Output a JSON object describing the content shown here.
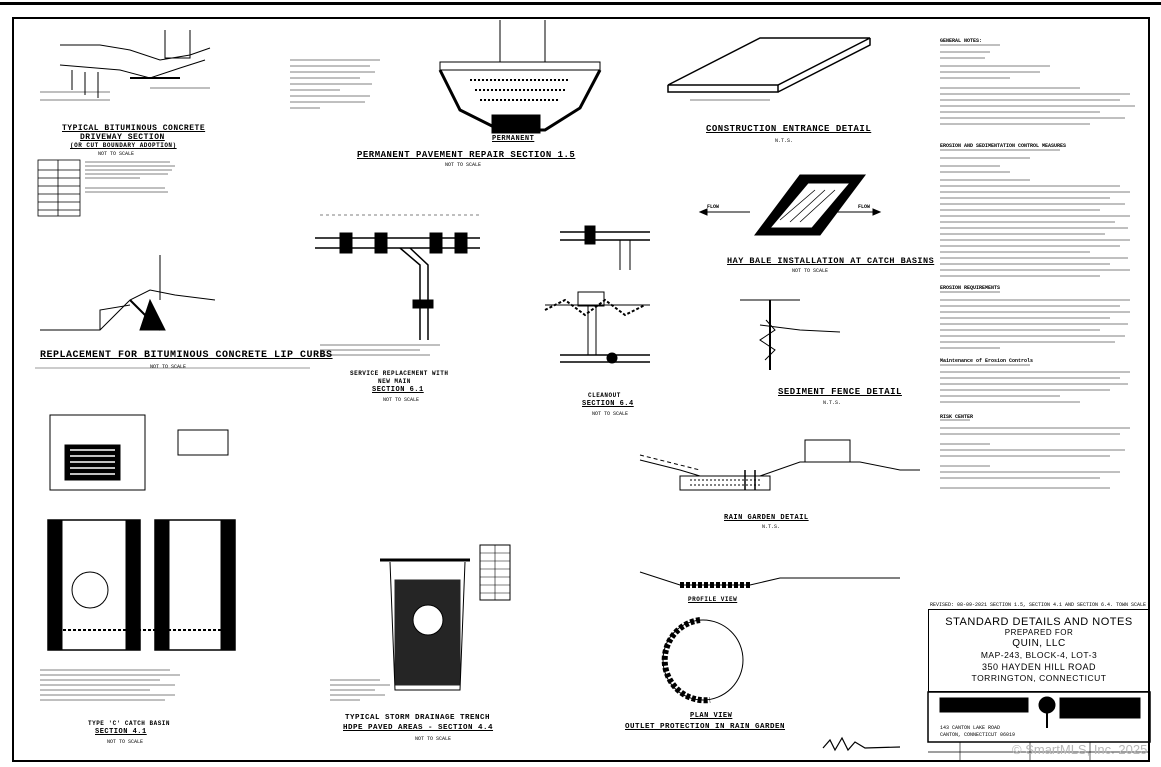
{
  "sheet": {
    "title_block": {
      "heading": "STANDARD DETAILS AND NOTES",
      "prepared_for_label": "PREPARED FOR",
      "client": "QUIN, LLC",
      "map_ref": "MAP-243, BLOCK-4, LOT-3",
      "address": "350 HAYDEN HILL ROAD",
      "town": "TORRINGTON, CONNECTICUT"
    },
    "details": [
      {
        "id": "bit-driveway",
        "title": "TYPICAL BITUMINOUS CONCRETE",
        "title2": "DRIVEWAY SECTION",
        "title3": "(OR CUT BOUNDARY ADOPTION)",
        "scale": "NOT TO SCALE"
      },
      {
        "id": "pavement-repair",
        "title": "PERMANENT PAVEMENT REPAIR SECTION 1.5",
        "label": "PERMANENT",
        "scale": "NOT TO SCALE"
      },
      {
        "id": "construction-entrance",
        "title": "CONSTRUCTION ENTRANCE DETAIL",
        "scale": "N.T.S."
      },
      {
        "id": "hay-bale",
        "title": "HAY BALE INSTALLATION AT CATCH BASINS",
        "scale": "NOT TO SCALE",
        "flow_left": "FLOW",
        "flow_right": "FLOW"
      },
      {
        "id": "lip-curb",
        "title": "REPLACEMENT FOR BITUMINOUS CONCRETE LIP CURBS",
        "scale": "NOT TO SCALE"
      },
      {
        "id": "sediment-fence",
        "title": "SEDIMENT FENCE DETAIL",
        "scale": "N.T.S."
      },
      {
        "id": "service-replacement",
        "title": "SERVICE REPLACEMENT WITH",
        "title2": "NEW MAIN",
        "title3": "SECTION 6.1",
        "scale": "NOT TO SCALE"
      },
      {
        "id": "cleanout",
        "title": "CLEANOUT",
        "title2": "SECTION 6.4",
        "scale": "NOT TO SCALE"
      },
      {
        "id": "rain-garden",
        "title": "RAIN GARDEN DETAIL",
        "scale": "N.T.S."
      },
      {
        "id": "catch-basin",
        "title": "TYPE 'C' CATCH BASIN",
        "title2": "SECTION 4.1",
        "scale": "NOT TO SCALE"
      },
      {
        "id": "storm-trench",
        "title": "TYPICAL STORM DRAINAGE TRENCH",
        "title2": "HDPE PAVED AREAS - SECTION 4.4",
        "scale": "NOT TO SCALE"
      },
      {
        "id": "outlet-protection",
        "title": "OUTLET PROTECTION IN RAIN GARDEN",
        "profile_label": "PROFILE VIEW",
        "plan_label": "PLAN VIEW"
      }
    ],
    "notes_headings": [
      "GENERAL NOTES:",
      "EROSION AND SEDIMENTATION CONTROL MEASURES",
      "EROSION REQUIREMENTS",
      "Maintenance of Erosion Controls",
      "RISK CENTER"
    ],
    "source_note": "REVISED: 08-09-2021  SECTION 1.5, SECTION 4.1 AND SECTION 6.4. TOWN SCALE",
    "engineer_address": "143 CANTON LAKE ROAD",
    "engineer_town": "CANTON, CONNECTICUT 06019",
    "watermark": "© SmartMLS, Inc. 2025"
  }
}
